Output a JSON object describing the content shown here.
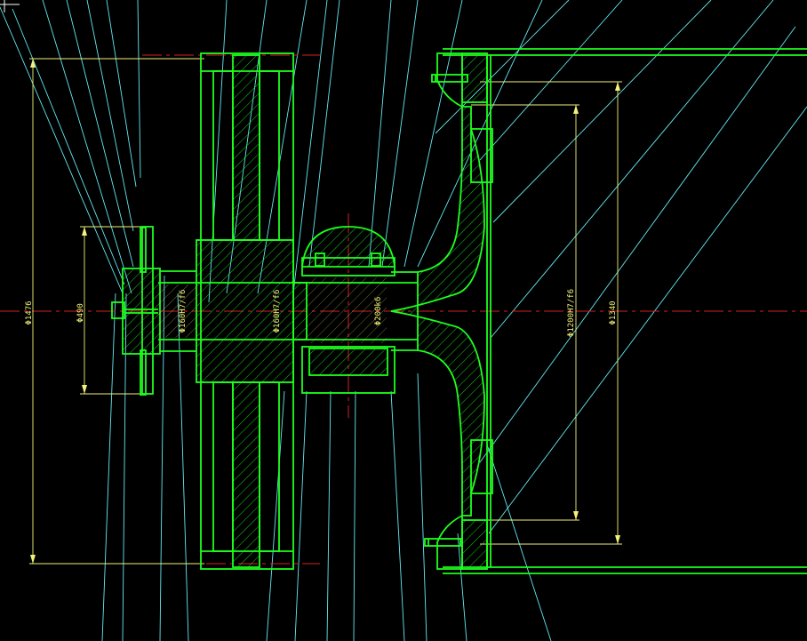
{
  "colors": {
    "background": "#000000",
    "outline": "#1dff1d",
    "construction": "#63e8f0",
    "dimension": "#f2f27a",
    "centerline": "#d32121"
  },
  "dimensions": {
    "d1476": "Φ1476",
    "d490": "Φ490",
    "d160a": "Φ160H7/f6",
    "d160b": "Φ160H7/f6",
    "d200": "Φ200k6",
    "d1200": "Φ1200H7/f6",
    "d1340": "Φ1340"
  }
}
